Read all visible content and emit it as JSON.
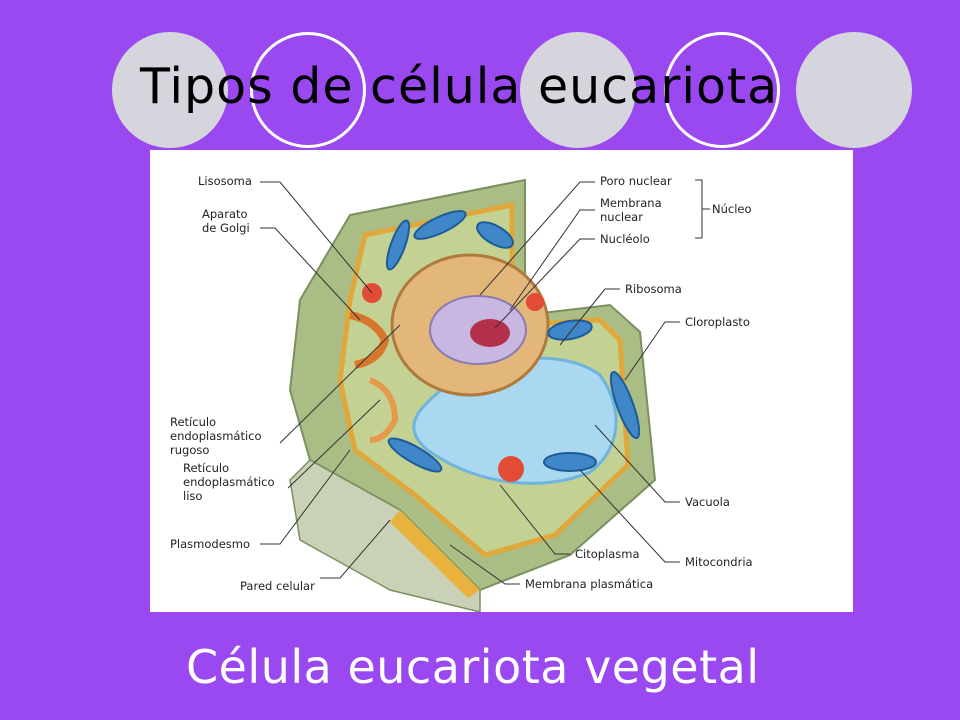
{
  "slide": {
    "title": "Tipos de célula eucariota",
    "subtitle": "Célula eucariota vegetal"
  },
  "colors": {
    "background": "#9a48f0",
    "circle_fill": "#d6d4dc",
    "circle_ring": "#ffffff"
  },
  "diagram": {
    "labels": {
      "lisosoma": "Lisosoma",
      "golgi_1": "Aparato",
      "golgi_2": "de Golgi",
      "rer_1": "Retículo",
      "rer_2": "endoplasmático",
      "rer_3": "rugoso",
      "ser_1": "Retículo",
      "ser_2": "endoplasmático",
      "ser_3": "liso",
      "plasmodesmo": "Plasmodesmo",
      "pared": "Pared celular",
      "poro": "Poro nuclear",
      "membrana_nuclear_1": "Membrana",
      "membrana_nuclear_2": "nuclear",
      "nucleolo": "Nucléolo",
      "nucleo": "Núcleo",
      "ribosoma": "Ribosoma",
      "cloroplasto": "Cloroplasto",
      "vacuola": "Vacuola",
      "citoplasma": "Citoplasma",
      "mitocondria": "Mitocondria",
      "membrana_plasmatica": "Membrana plasmática"
    }
  }
}
